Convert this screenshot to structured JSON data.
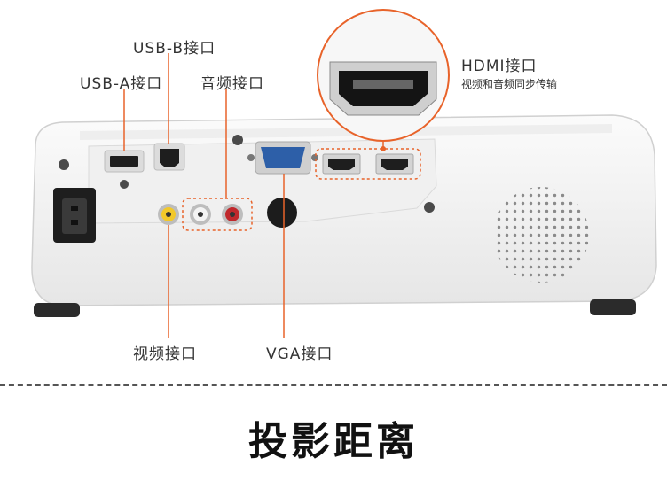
{
  "labels": {
    "usb_b": "USB-B接口",
    "usb_a": "USB-A接口",
    "audio": "音频接口",
    "hdmi": "HDMI接口",
    "hdmi_note": "视频和音频同步传输",
    "video": "视频接口",
    "vga": "VGA接口"
  },
  "section_title": "投影距离",
  "colors": {
    "callout_line": "#e8632a",
    "projector_body": "#f5f5f5",
    "label_text": "#333333"
  }
}
